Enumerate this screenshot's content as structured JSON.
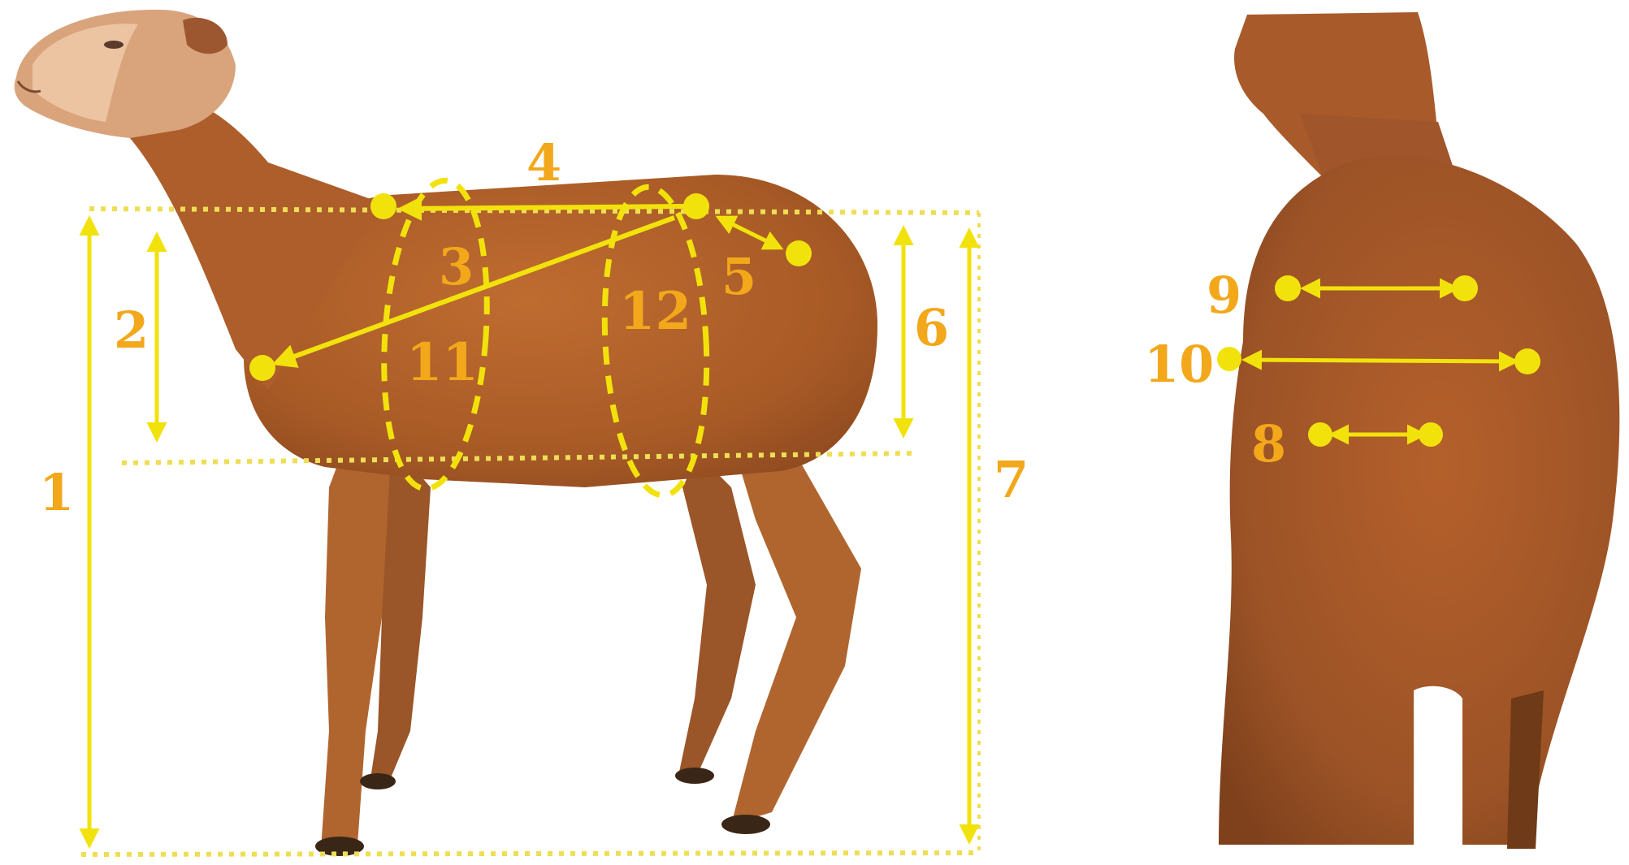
{
  "colors": {
    "background": "#ffffff",
    "measure_line": "#f2e20c",
    "measure_line_light": "#eede56",
    "label": "#f2a81a",
    "wool": "#b2622a",
    "wool_dark": "#8e4a1f",
    "face": "#e2b08c",
    "leg": "#b0652f",
    "hoof": "#3a2616"
  },
  "side_view_labels": {
    "m1": "1",
    "m2": "2",
    "m3": "3",
    "m4": "4",
    "m5": "5",
    "m6": "6",
    "m7": "7",
    "m11": "11",
    "m12": "12"
  },
  "rear_view_labels": {
    "m8": "8",
    "m9": "9",
    "m10": "10"
  }
}
